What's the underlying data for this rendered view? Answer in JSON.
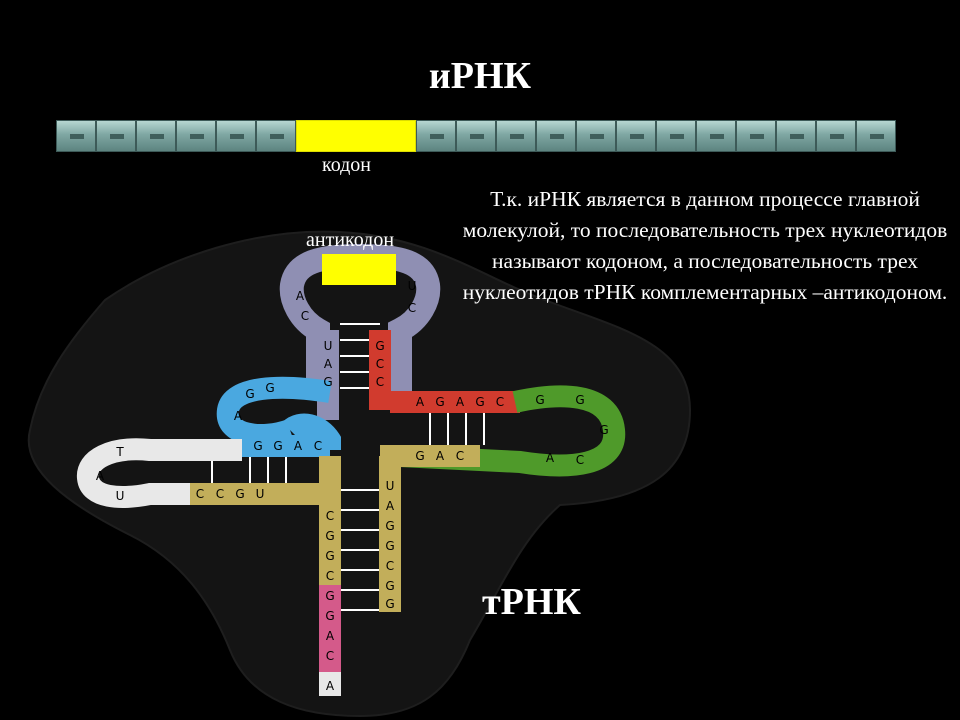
{
  "mrna": {
    "title": "иРНК",
    "codon_label": "кодон"
  },
  "trna": {
    "title": "тРНК",
    "anticodon_label": "антикодон"
  },
  "explanation": "Т.к. иРНК является в данном процессе главной молекулой, то последовательность трех нуклеотидов называют кодоном, а последовательность трех нуклеотидов тРНК комплементарных –антикодоном.",
  "colors": {
    "background": "#000000",
    "highlight": "#ffff00",
    "mrna_segment": "#8fb5b0",
    "anticodon_arm": "#8f8fb3",
    "acceptor_red": "#d13b2e",
    "d_arm_blue": "#4aa8e0",
    "variable_loop": "#e8e8e8",
    "t_arm_green": "#4f9a2a",
    "stem_khaki": "#c2ae5a",
    "acceptor_pink": "#d45a8a"
  },
  "icons": [
    "codon-highlight",
    "anticodon-highlight",
    "trna-cloverleaf"
  ]
}
